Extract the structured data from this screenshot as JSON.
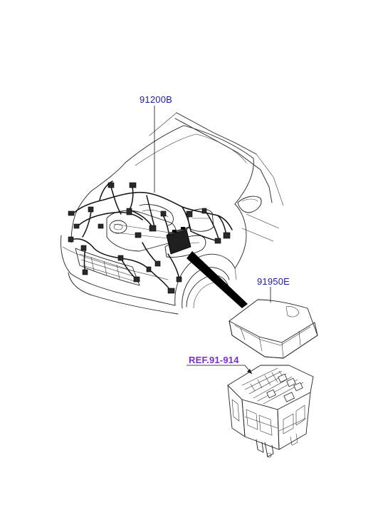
{
  "callouts": {
    "main_harness": "91200B",
    "relay_box": "91950E",
    "reference": "REF.91-914"
  },
  "colors": {
    "part_number": "#1a1aa8",
    "reference_link": "#7a2fc9",
    "line_art": "#222222"
  }
}
